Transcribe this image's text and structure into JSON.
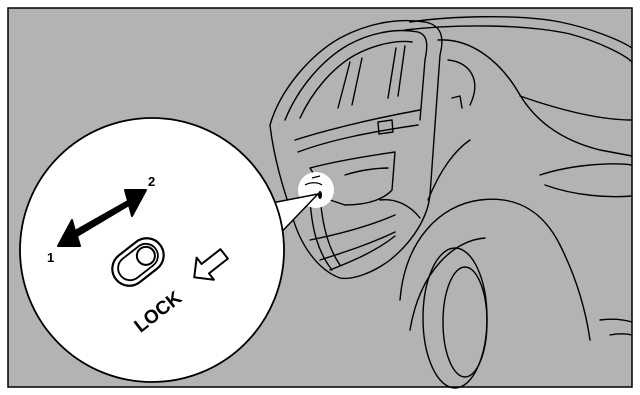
{
  "figure": {
    "callout": {
      "arrow_labels": {
        "start": "1",
        "end": "2"
      },
      "lock_label": "LOCK"
    },
    "colors": {
      "background": "#b3b3b3",
      "outline": "#000000",
      "callout_fill": "#ffffff"
    },
    "icons": {
      "double_arrow": "double-arrow-icon",
      "lock_arrow": "lock-direction-arrow-icon",
      "lock_switch": "child-lock-switch-icon"
    }
  }
}
